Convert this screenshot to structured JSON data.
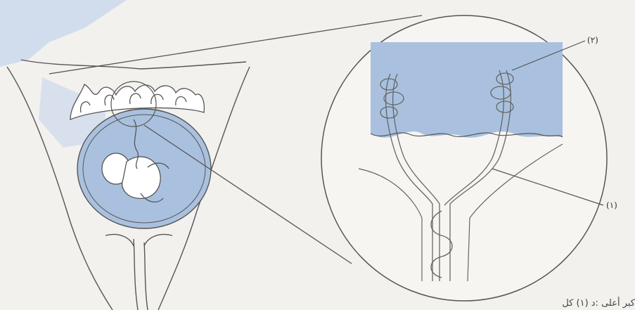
{
  "diagram": {
    "labels": {
      "label_2": "(٢)",
      "label_1": "(١)"
    },
    "caption": "كبر أعلى :د (١) كل"
  },
  "colors": {
    "tissue_blue": "#a9c1de",
    "line": "#555555",
    "background": "#f3f1ee",
    "watermark_blue": "#c6d6ec"
  }
}
